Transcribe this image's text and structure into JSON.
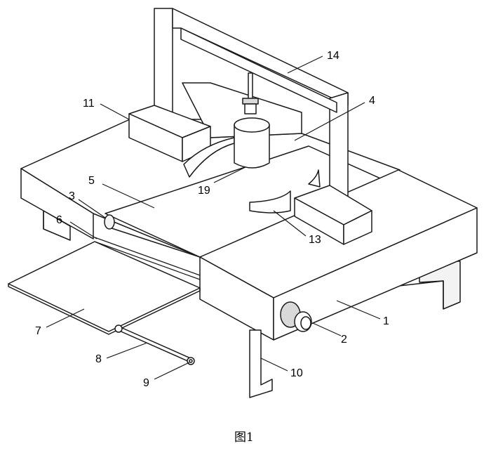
{
  "figure": {
    "caption": "图1",
    "labels": {
      "l1": "1",
      "l2": "2",
      "l3": "3",
      "l4": "4",
      "l5": "5",
      "l6": "6",
      "l7": "7",
      "l8": "8",
      "l9": "9",
      "l10": "10",
      "l11": "11",
      "l13": "13",
      "l14": "14",
      "l19": "19"
    }
  }
}
